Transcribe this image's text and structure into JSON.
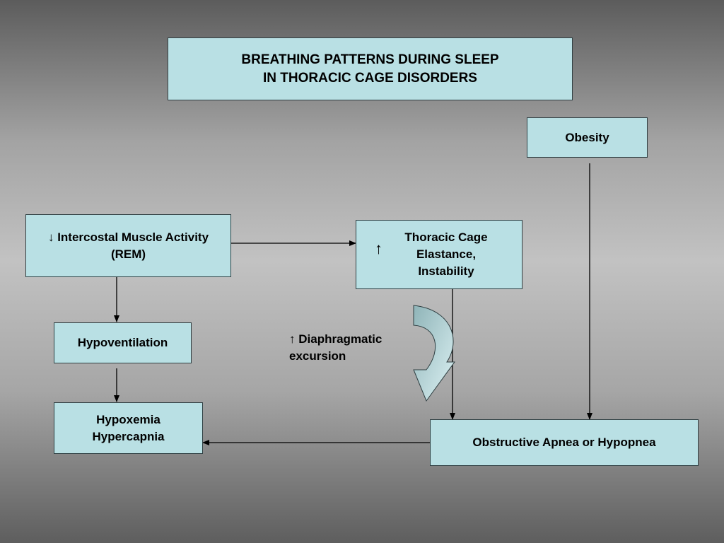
{
  "title": {
    "line1": "BREATHING PATTERNS DURING SLEEP",
    "line2": "IN THORACIC CAGE DISORDERS"
  },
  "nodes": {
    "obesity": "Obesity",
    "intercostal": {
      "arrow": "↓",
      "line1": "Intercostal Muscle Activity",
      "line2": "(REM)"
    },
    "thoracic": {
      "arrow": "↑",
      "line1": "Thoracic Cage",
      "line2": "Elastance,",
      "line3": "Instability"
    },
    "hypoventilation": "Hypoventilation",
    "hypoxemia": {
      "line1": "Hypoxemia",
      "line2": "Hypercapnia"
    },
    "obstructive": "Obstructive Apnea or Hypopnea"
  },
  "labels": {
    "diaphragmatic": {
      "arrow": "↑",
      "line1": "Diaphragmatic",
      "line2": "excursion"
    }
  },
  "colors": {
    "box_fill": "#b9e0e4",
    "curved_arrow_fill_dark": "#8fb4b8",
    "curved_arrow_fill_light": "#ddf2f4"
  }
}
